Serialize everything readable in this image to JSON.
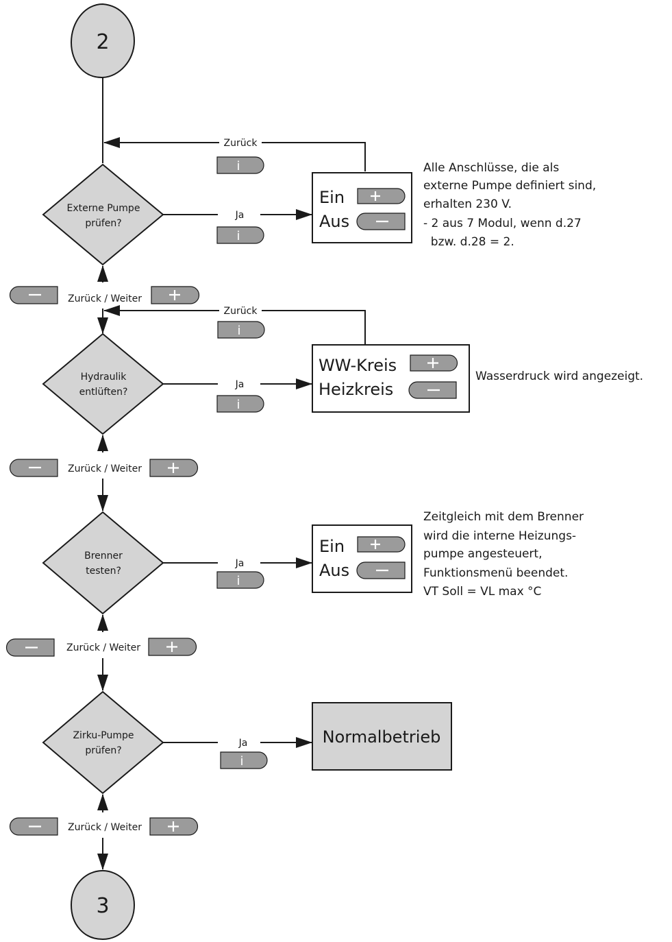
{
  "start_connector": "2",
  "end_connector": "3",
  "labels": {
    "back": "Zurück",
    "yes": "Ja",
    "back_next": "Zurück / Weiter"
  },
  "steps": [
    {
      "question": [
        "Externe Pumpe",
        "prüfen?"
      ],
      "box_lines": [
        "Ein",
        "Aus"
      ],
      "note_lines": [
        "Alle Anschlüsse, die als",
        "externe Pumpe definiert sind,",
        "erhalten 230 V.",
        "- 2 aus 7 Modul, wenn d.27",
        "  bzw. d.28 = 2."
      ]
    },
    {
      "question": [
        "Hydraulik",
        "entlüften?"
      ],
      "box_lines": [
        "WW-Kreis",
        "Heizkreis"
      ],
      "note_lines": [
        "Wasserdruck wird angezeigt."
      ]
    },
    {
      "question": [
        "Brenner",
        "testen?"
      ],
      "box_lines": [
        "Ein",
        "Aus"
      ],
      "note_lines": [
        "Zeitgleich mit dem Brenner",
        "wird die interne Heizungs-",
        "pumpe angesteuert,",
        "Funktionsmenü beendet.",
        "VT Soll = VL max °C"
      ]
    },
    {
      "question": [
        "Zirku-Pumpe",
        "prüfen?"
      ],
      "result": "Normalbetrieb"
    }
  ],
  "icons": {
    "plus": "plus-button-icon",
    "minus": "minus-button-icon",
    "info": "info-button-icon"
  },
  "colors": {
    "shape_fill": "#d4d4d4",
    "button_fill": "#9b9b9b",
    "line": "#1a1a1a"
  }
}
